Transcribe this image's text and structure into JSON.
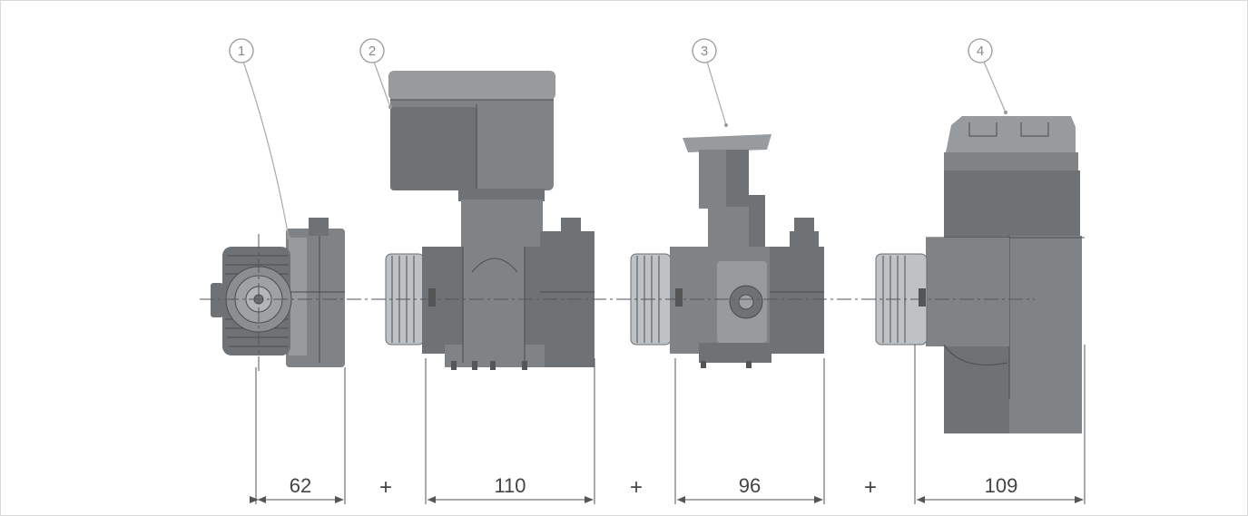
{
  "callouts": [
    {
      "label": "1"
    },
    {
      "label": "2"
    },
    {
      "label": "3"
    },
    {
      "label": "4"
    }
  ],
  "dimensions": [
    {
      "value": "62"
    },
    {
      "value": "110"
    },
    {
      "value": "96"
    },
    {
      "value": "109"
    }
  ],
  "plus_sign": "+",
  "colors": {
    "body": "#7f8386",
    "body_dark": "#6e7275",
    "ring": "#bfc2c4",
    "line": "#555555",
    "callout": "#9a9a9a",
    "border": "#d9d9d9"
  },
  "components": [
    {
      "icon": "end-cap-module"
    },
    {
      "icon": "motor-drive-module"
    },
    {
      "icon": "valve-module"
    },
    {
      "icon": "cap-module"
    }
  ]
}
